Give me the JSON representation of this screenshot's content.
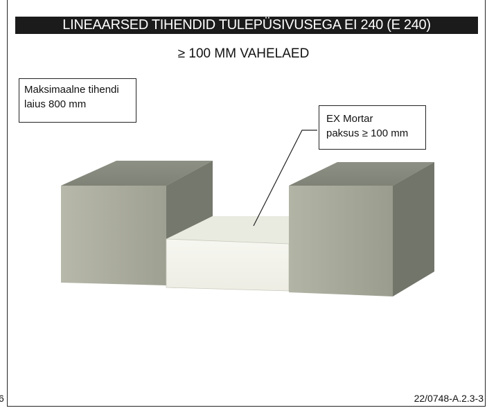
{
  "title": "LINEAARSED TIHENDID TULEPÜSIVUSEGA EI 240 (E 240)",
  "subtitle": "≥ 100 MM VAHELAED",
  "labels": {
    "max_width_line1": "Maksimaalne tihendi",
    "max_width_line2": "laius 800 mm",
    "mortar_line1": "EX Mortar",
    "mortar_line2": "paksus ≥ 100 mm"
  },
  "footer": {
    "page_fragment": "6",
    "reference": "22/0748-A.2.3-3"
  },
  "colors": {
    "block_front": "#a9aa9c",
    "block_top": "#878a7e",
    "block_side": "#73766b",
    "mortar_front": "#f3f3ec",
    "mortar_top": "#e8e9df",
    "title_bg": "#1b1b1b"
  }
}
